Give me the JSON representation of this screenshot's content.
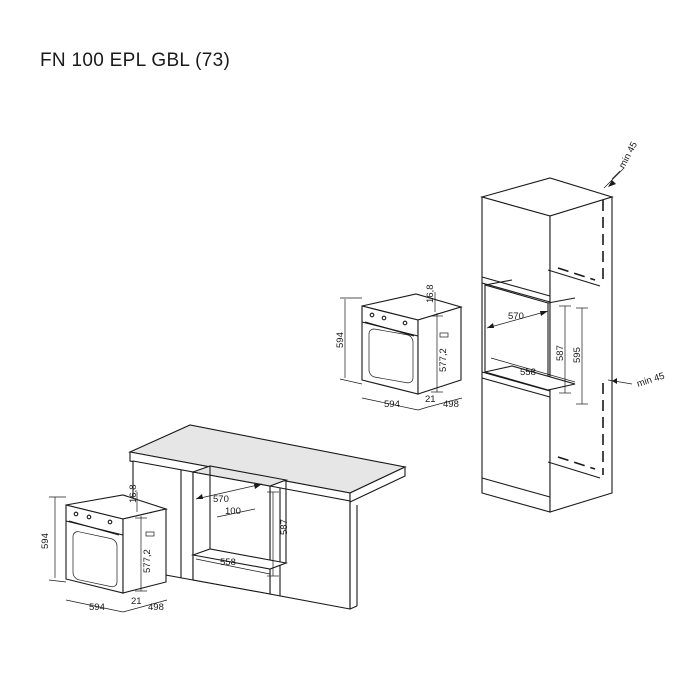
{
  "title": "FN 100 EPL GBL (73)",
  "dimensions": {
    "standalone": {
      "height": "594",
      "width": "594",
      "depth": "498",
      "front": "21",
      "top_offset": "16,8",
      "inner_height": "577,2"
    },
    "column_oven": {
      "height": "594",
      "width": "594",
      "depth": "498",
      "front": "21",
      "top_offset": "16,8",
      "inner_height": "577,2"
    },
    "under_counter": {
      "niche_width": "570",
      "niche_depth": "558",
      "rail": "100",
      "niche_height": "587"
    },
    "column": {
      "niche_width": "570",
      "niche_depth": "558",
      "niche_height_outer": "595",
      "niche_height_inner": "587",
      "vent_top": "min 45",
      "vent_bottom": "min 45"
    }
  },
  "colors": {
    "line": "#1a1a1a",
    "panel": "#e6e6e6",
    "background": "#ffffff"
  }
}
